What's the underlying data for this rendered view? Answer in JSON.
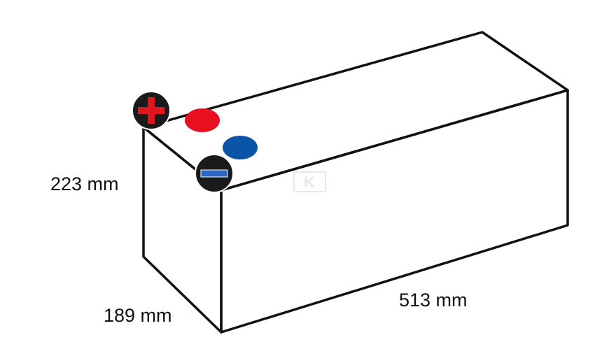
{
  "dimensions": {
    "height": "223 mm",
    "depth": "189 mm",
    "length": "513 mm"
  },
  "terminals": {
    "positive": {
      "symbol": "plus",
      "cap_color": "#e8101e",
      "badge_color": "#1a1a1a",
      "sign_color": "#e0161f"
    },
    "negative": {
      "symbol": "minus",
      "cap_color": "#0a55a8",
      "badge_color": "#1a1a1a",
      "sign_color": "#2a67c0"
    }
  },
  "colors": {
    "outline": "#111111",
    "background": "#ffffff"
  },
  "watermark": {
    "glyph": "K"
  }
}
